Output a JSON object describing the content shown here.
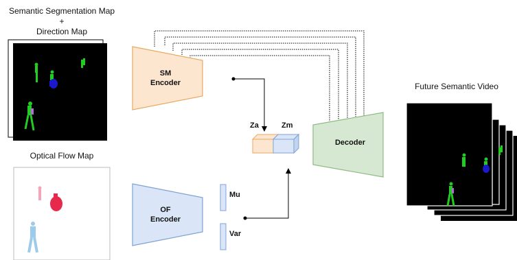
{
  "labels": {
    "sem_title_line1": "Semantic Segmentation Map",
    "sem_title_plus": "+",
    "sem_title_line2": "Direction Map",
    "optical_flow_title": "Optical Flow Map",
    "future_video_title": "Future Semantic Video"
  },
  "blocks": {
    "sm_encoder_line1": "SM",
    "sm_encoder_line2": "Encoder",
    "of_encoder_line1": "OF",
    "of_encoder_line2": "Encoder",
    "decoder": "Decoder",
    "mu": "Mu",
    "var": "Var",
    "za": "Za",
    "zm": "Zm"
  },
  "colors": {
    "sm_encoder_fill": "#fde6cf",
    "sm_encoder_stroke": "#e8a962",
    "of_encoder_fill": "#dae6f7",
    "of_encoder_stroke": "#7fa1d4",
    "decoder_fill": "#d6e8d2",
    "decoder_stroke": "#8fba84",
    "segment_green": "#22cc22",
    "segment_blue": "#1a1acc",
    "segment_purple": "#b36bd6",
    "flow_red": "#e8294e",
    "flow_pink": "#f2a6b8",
    "flow_lightblue": "#9ccbeb"
  }
}
